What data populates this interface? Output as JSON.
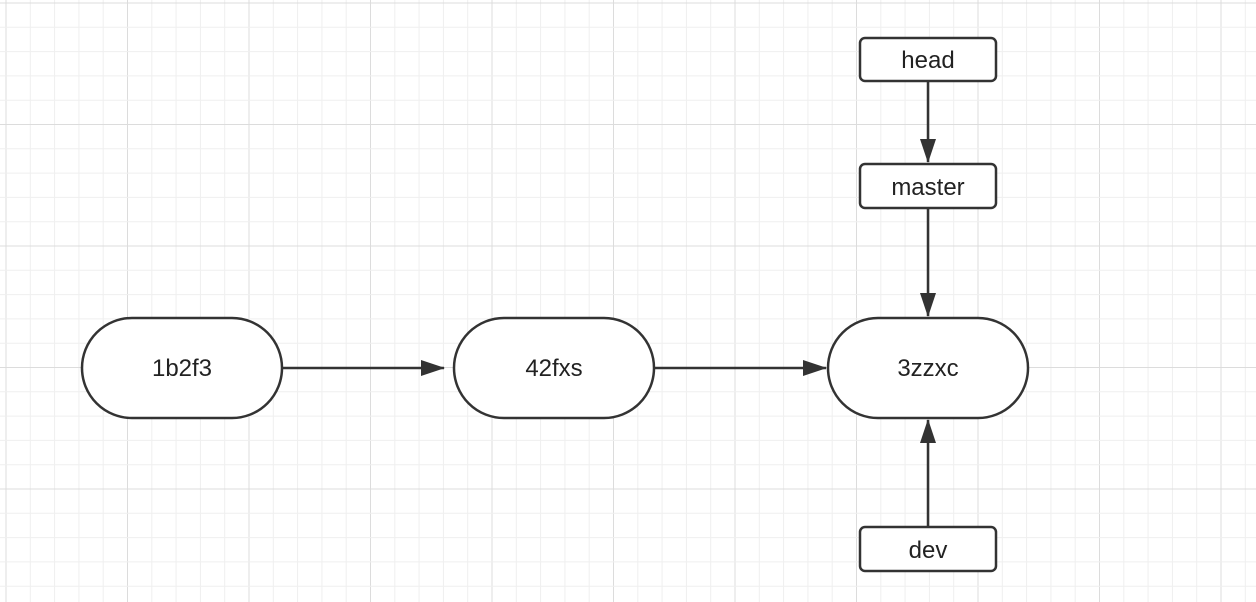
{
  "diagram": {
    "commits": [
      {
        "id": "commit-1b2f3",
        "label": "1b2f3"
      },
      {
        "id": "commit-42fxs",
        "label": "42fxs"
      },
      {
        "id": "commit-3zzxc",
        "label": "3zzxc"
      }
    ],
    "pointers": [
      {
        "id": "pointer-head",
        "label": "head"
      },
      {
        "id": "pointer-master",
        "label": "master"
      },
      {
        "id": "pointer-dev",
        "label": "dev"
      }
    ],
    "edges": [
      {
        "from": "commit-1b2f3",
        "to": "commit-42fxs"
      },
      {
        "from": "commit-42fxs",
        "to": "commit-3zzxc"
      },
      {
        "from": "pointer-head",
        "to": "pointer-master"
      },
      {
        "from": "pointer-master",
        "to": "commit-3zzxc"
      },
      {
        "from": "pointer-dev",
        "to": "commit-3zzxc"
      }
    ],
    "colors": {
      "stroke": "#333333",
      "fill": "#ffffff",
      "grid_minor": "#efefef",
      "grid_major": "#dcdcdc"
    }
  }
}
